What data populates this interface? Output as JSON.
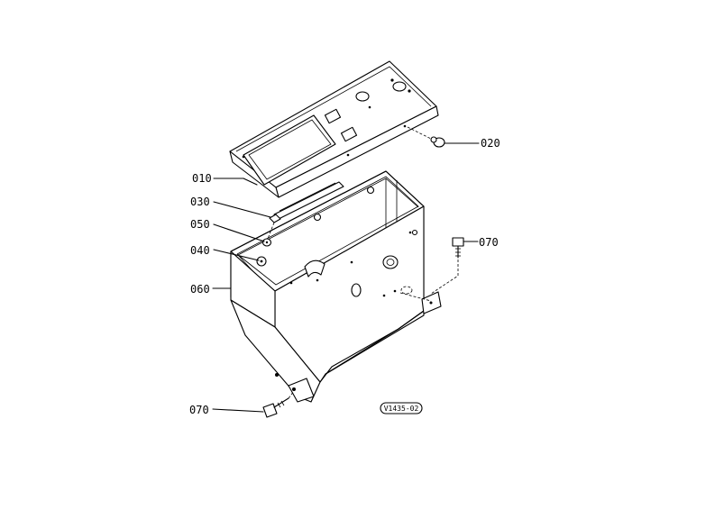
{
  "callouts": {
    "c010": "010",
    "c020": "020",
    "c030": "030",
    "c040": "040",
    "c050": "050",
    "c060": "060",
    "c070_right": "070",
    "c070_bottom": "070"
  },
  "reference_code": "V1435-02"
}
